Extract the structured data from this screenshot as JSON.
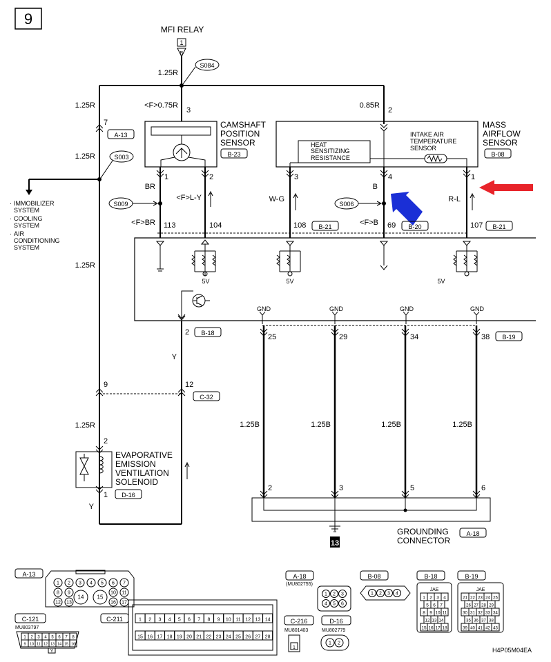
{
  "page_number": "9",
  "relay": {
    "label": "MFI RELAY",
    "pin": "1",
    "letter": "B",
    "wire": "1.25R",
    "splice": "S084"
  },
  "left_bus": {
    "wire_top": "1.25R",
    "pin": "7",
    "connector": "A-13",
    "wire_mid": "1.25R",
    "splice": "S003",
    "wire_low": "1.25R",
    "pin_lower": "9",
    "connector_lower": "C-32",
    "wire_bottom": "1.25R"
  },
  "systems": [
    "IMMOBILIZER",
    "SYSTEM",
    "COOLING",
    "SYSTEM",
    "AIR",
    "CONDITIONING",
    "SYSTEM"
  ],
  "camshaft": {
    "wire_in": "<F>0.75R",
    "pin_in": "3",
    "name_lines": [
      "CAMSHAFT",
      "POSITION",
      "SENSOR"
    ],
    "connector": "B-23",
    "pin1": "1",
    "pin2": "2",
    "wire1": "BR",
    "wire2": "<F>L-Y",
    "splice": "S009",
    "ecu_wire": "<F>BR",
    "ecu_pin1": "113",
    "ecu_pin2": "104"
  },
  "maf": {
    "wire_in": "0.85R",
    "pin_in": "2",
    "name_lines": [
      "MASS",
      "AIRFLOW",
      "SENSOR"
    ],
    "connector": "B-08",
    "heat_lines": [
      "HEAT",
      "SENSITIZING",
      "RESISTANCE"
    ],
    "iat_lines": [
      "INTAKE AIR",
      "TEMPERATURE",
      "SENSOR"
    ],
    "pin3": "3",
    "pin4": "4",
    "pin1": "1",
    "wire3": "W-G",
    "wire4": "B",
    "wire1": "R-L",
    "splice": "S006",
    "ecu_wire4": "<F>B",
    "ecu_pin3": "108",
    "ecu_conn3": "B-21",
    "ecu_pin4": "69",
    "ecu_conn4": "B-20",
    "ecu_pin1": "107",
    "ecu_conn1": "B-21"
  },
  "ecu": {
    "v1": "5V",
    "v2": "5V",
    "v3": "5V",
    "gnd": "GND",
    "pin_y": "2",
    "conn_y": "B-18",
    "gnd_pins": [
      "25",
      "29",
      "34",
      "38"
    ],
    "gnd_conn": "B-19"
  },
  "evap": {
    "wire_y": "Y",
    "pin12": "12",
    "name_lines": [
      "EVAPORATIVE",
      "EMISSION",
      "VENTILATION",
      "SOLENOID"
    ],
    "pin2": "2",
    "pin1": "1",
    "connector": "D-16",
    "wire_bottom": "Y"
  },
  "ground": {
    "wires": [
      "1.25B",
      "1.25B",
      "1.25B",
      "1.25B"
    ],
    "pins": [
      "2",
      "3",
      "5",
      "6"
    ],
    "name_lines": [
      "GROUNDING",
      "CONNECTOR"
    ],
    "connector": "A-18",
    "ground_num": "13"
  },
  "connectors": {
    "a13": {
      "label": "A-13",
      "row1": [
        "1",
        "2",
        "3",
        "4",
        "5",
        "6",
        "7"
      ],
      "row2": [
        "8",
        "9",
        "10",
        "11"
      ],
      "big": [
        "14",
        "15",
        "16",
        "17"
      ],
      "mid": [
        "12",
        "13"
      ]
    },
    "c121": {
      "label": "C-121",
      "part": "MU803797",
      "row1": [
        "1",
        "2",
        "3",
        "4",
        "5",
        "6",
        "7",
        "8"
      ],
      "row2": [
        "9",
        "10",
        "11",
        "12",
        "13",
        "14",
        "15",
        "16"
      ],
      "key": "Y"
    },
    "c211": {
      "label": "C-211",
      "row1": [
        "1",
        "2",
        "3",
        "4",
        "5",
        "6",
        "7",
        "8",
        "9",
        "10",
        "11",
        "12",
        "13",
        "14"
      ],
      "row2": [
        "15",
        "16",
        "17",
        "18",
        "19",
        "20",
        "21",
        "22",
        "23",
        "24",
        "25",
        "26",
        "27",
        "28"
      ]
    },
    "a18": {
      "label": "A-18",
      "part": "(MU802755)",
      "row1": [
        "1",
        "2",
        "3"
      ],
      "row2": [
        "4",
        "5",
        "6"
      ]
    },
    "c216": {
      "label": "C-216",
      "part": "MU801403",
      "pin": "1"
    },
    "b08": {
      "label": "B-08",
      "pins": [
        "1",
        "2",
        "3",
        "4"
      ]
    },
    "d16": {
      "label": "D-16",
      "part": "MU802779",
      "pins": [
        "1",
        "2"
      ]
    },
    "b18": {
      "label": "B-18",
      "jae": "JAE",
      "rows": [
        [
          "1",
          "2",
          "3",
          "4"
        ],
        [
          "5",
          "6",
          "7"
        ],
        [
          "8",
          "9",
          "10",
          "11"
        ],
        [
          "12",
          "13",
          "14"
        ],
        [
          "15",
          "16",
          "17",
          "18"
        ]
      ]
    },
    "b19": {
      "label": "B-19",
      "jae": "JAE",
      "rows": [
        [
          "21",
          "22",
          "23",
          "24",
          "25"
        ],
        [
          "26",
          "27",
          "28",
          "29"
        ],
        [
          "30",
          "31",
          "32",
          "33",
          "34"
        ],
        [
          "35",
          "36",
          "37",
          "38"
        ],
        [
          "39",
          "40",
          "41",
          "42",
          "43"
        ]
      ]
    }
  },
  "doc_code": "H4P05M04EA",
  "markers": {
    "red_arrow_color": "#e8242a",
    "blue_arrow_color": "#1a2fd6"
  }
}
